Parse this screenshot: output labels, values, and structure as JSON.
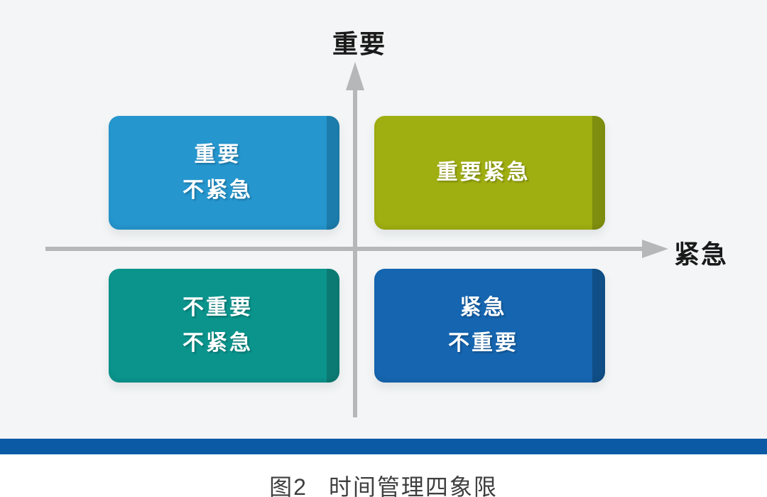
{
  "diagram": {
    "y_axis_label": "重要",
    "x_axis_label": "紧急",
    "quadrants": {
      "top_left": {
        "line1": "重要",
        "line2": "不紧急",
        "color": "#2596ce",
        "side_color": "#1c7cab"
      },
      "top_right": {
        "line1": "重要紧急",
        "line2": "",
        "color": "#9fae10",
        "side_color": "#7f8e0e"
      },
      "bottom_left": {
        "line1": "不重要",
        "line2": "不紧急",
        "color": "#0a948c",
        "side_color": "#0b7a72"
      },
      "bottom_right": {
        "line1": "紧急",
        "line2": "不重要",
        "color": "#1565b0",
        "side_color": "#0f4e86"
      }
    },
    "axis_color": "#b5b7b9",
    "divider_color": "#0b5aa5",
    "background_color": "#f3f5f6",
    "caption": {
      "figure_label": "图2",
      "title": "时间管理四象限"
    }
  }
}
